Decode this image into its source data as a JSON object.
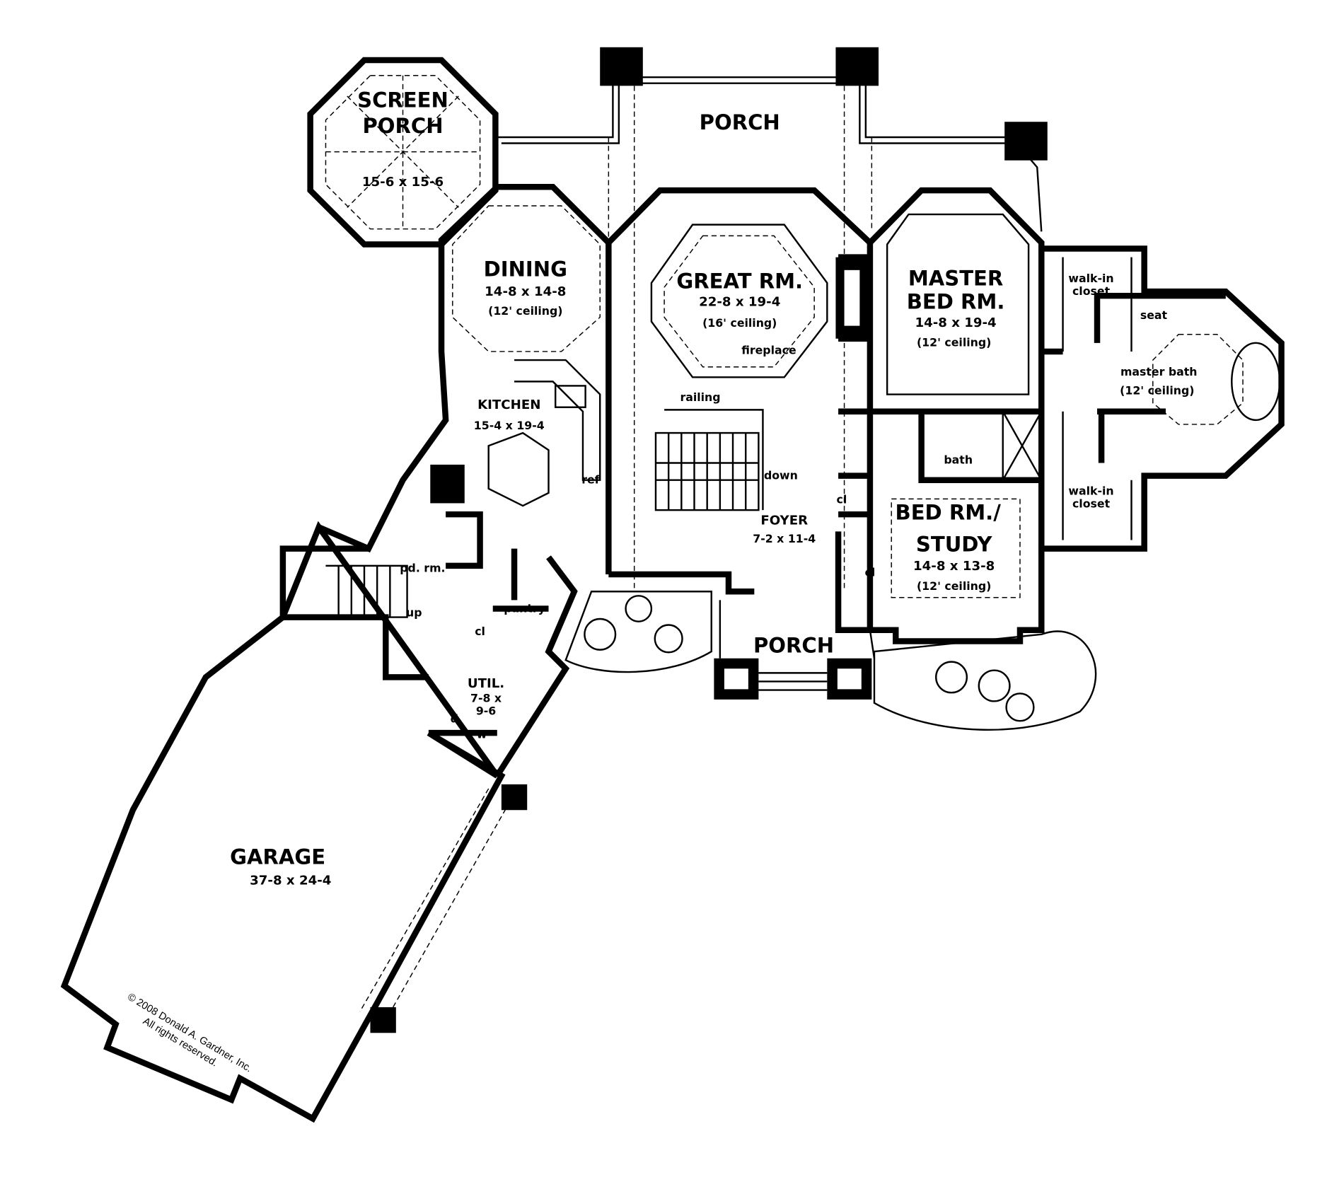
{
  "rooms": {
    "screen_porch": {
      "name1": "SCREEN",
      "name2": "PORCH",
      "size": "15-6 x 15-6"
    },
    "porch_rear": {
      "name": "PORCH"
    },
    "dining": {
      "name": "DINING",
      "size": "14-8 x 14-8",
      "ceiling": "(12' ceiling)"
    },
    "great_rm": {
      "name": "GREAT RM.",
      "size": "22-8 x 19-4",
      "ceiling": "(16' ceiling)",
      "fireplace": "fireplace"
    },
    "master_bed": {
      "name1": "MASTER",
      "name2": "BED RM.",
      "size": "14-8 x 19-4",
      "ceiling": "(12' ceiling)"
    },
    "walk_in_top": {
      "line1": "walk-in",
      "line2": "closet"
    },
    "master_bath": {
      "name": "master bath",
      "ceiling": "(12' ceiling)",
      "seat": "seat"
    },
    "walk_in_bottom": {
      "line1": "walk-in",
      "line2": "closet"
    },
    "bath": {
      "name": "bath"
    },
    "kitchen": {
      "name": "KITCHEN",
      "size": "15-4 x 19-4",
      "ref": "ref"
    },
    "stairs": {
      "railing": "railing",
      "down": "down",
      "up": "up"
    },
    "foyer": {
      "name": "FOYER",
      "size": "7-2 x 11-4",
      "cl": "cl"
    },
    "bed_study": {
      "name1": "BED RM./",
      "name2": "STUDY",
      "size": "14-8 x 13-8",
      "ceiling": "(12' ceiling)",
      "cl": "cl"
    },
    "porch_front": {
      "name": "PORCH"
    },
    "pd_rm": {
      "name": "pd. rm."
    },
    "pantry": {
      "name": "pantry",
      "cl": "cl"
    },
    "util": {
      "name": "UTIL.",
      "size1": "7-8 x",
      "size2": "9-6",
      "d": "d",
      "w": "w"
    },
    "garage": {
      "name": "GARAGE",
      "size": "37-8 x 24-4"
    }
  },
  "copyright": {
    "line1": "© 2008 Donald A. Gardner, Inc.",
    "line2": "All rights reserved."
  }
}
